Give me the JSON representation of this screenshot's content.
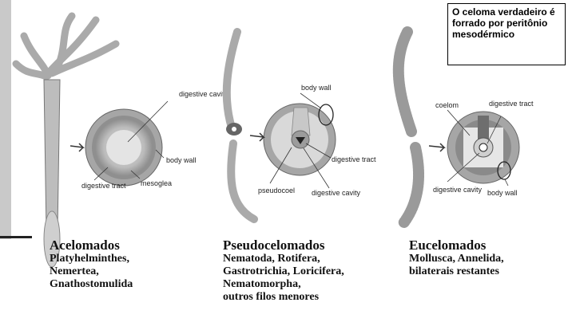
{
  "note": "O celoma verdadeiro é forrado por peritônio mesodérmico",
  "panels": [
    {
      "title": "Acelomados",
      "lines": [
        "Platyhelminthes,",
        "Nemertea,",
        "Gnathostomulida"
      ],
      "labels": [
        "digestive cavity",
        "body wall",
        "mesoglea",
        "digestive tract"
      ]
    },
    {
      "title": "Pseudocelomados",
      "lines": [
        "Nematoda, Rotifera,",
        "Gastrotrichia, Loricifera,",
        "Nematomorpha,",
        "outros filos menores"
      ],
      "labels": [
        "body wall",
        "digestive tract",
        "pseudocoel",
        "digestive cavity"
      ]
    },
    {
      "title": "Eucelomados",
      "lines": [
        "Mollusca, Annelida,",
        "bilaterais restantes"
      ],
      "labels": [
        "digestive tract",
        "coelom",
        "digestive cavity",
        "body wall"
      ]
    }
  ],
  "colors": {
    "body_wall": "#b8b8b8",
    "inner_light": "#e8e8e8",
    "ink": "#222222"
  }
}
